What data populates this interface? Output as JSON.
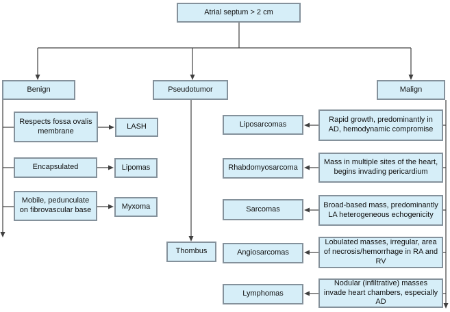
{
  "diagram": {
    "root": "Atrial septum > 2 cm",
    "benign": {
      "label": "Benign",
      "rows": [
        {
          "feature": "Respects fossa ovalis membrane",
          "tumor": "LASH"
        },
        {
          "feature": "Encapsulated",
          "tumor": "Lipomas"
        },
        {
          "feature": "Mobile, pedunculate on fibrovascular base",
          "tumor": "Myxoma"
        }
      ]
    },
    "pseudotumor": {
      "label": "Pseudotumor",
      "result": "Thombus"
    },
    "malign": {
      "label": "Malign",
      "rows": [
        {
          "tumor": "Liposarcomas",
          "feature": "Rapid growth, predominantly in AD, hemodynamic compromise"
        },
        {
          "tumor": "Rhabdomyosarcoma",
          "feature": "Mass in multiple sites of the heart, begins invading pericardium"
        },
        {
          "tumor": "Sarcomas",
          "feature": "Broad-based mass, predominantly LA heterogeneous echogenicity"
        },
        {
          "tumor": "Angiosarcomas",
          "feature": "Lobulated masses, irregular, area of necrosis/hemorrhage in RA and RV"
        },
        {
          "tumor": "Lymphomas",
          "feature": "Nodular (infiltrative) masses invade heart chambers, especially AD"
        }
      ]
    },
    "colors": {
      "box_fill": "#d6eef8",
      "box_border": "#84919b",
      "connector": "#404040"
    }
  }
}
